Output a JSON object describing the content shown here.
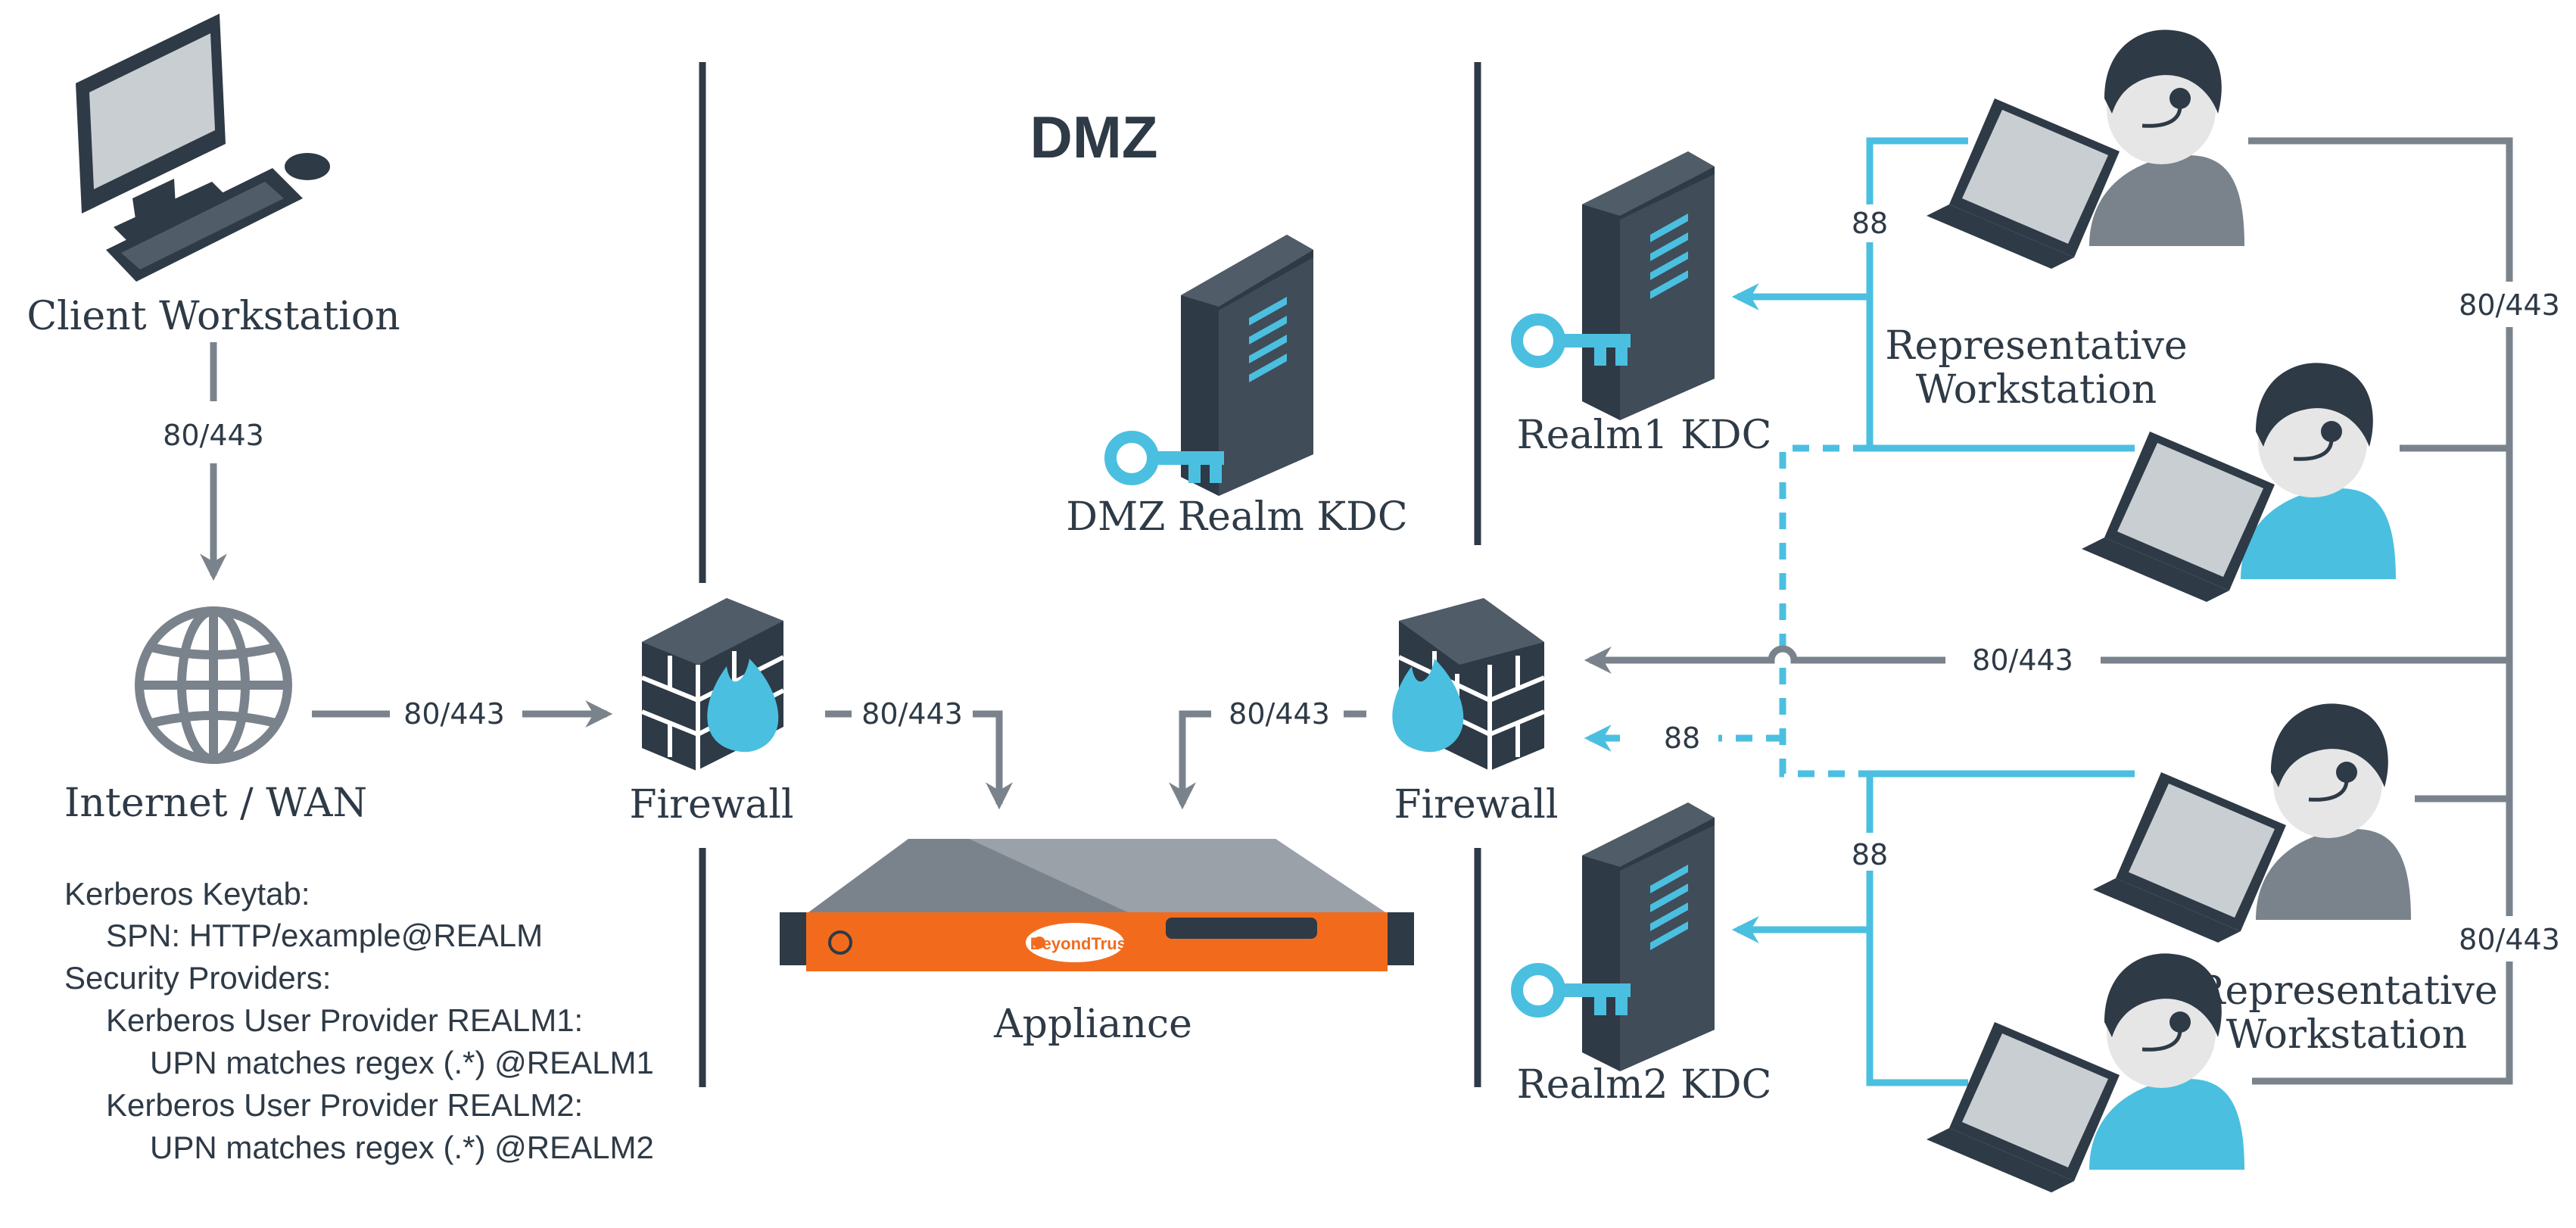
{
  "dmz_title": "DMZ",
  "nodes": {
    "client_workstation": "Client Workstation",
    "internet_wan": "Internet / WAN",
    "firewall_left": "Firewall",
    "firewall_right": "Firewall",
    "dmz_realm_kdc": "DMZ Realm KDC",
    "appliance": "Appliance",
    "appliance_brand": "BeyondTrust",
    "realm1_kdc": "Realm1 KDC",
    "realm2_kdc": "Realm2 KDC",
    "rep_workstation_top_line1": "Representative",
    "rep_workstation_top_line2": "Workstation",
    "rep_workstation_bottom_line1": "Representative",
    "rep_workstation_bottom_line2": "Workstation"
  },
  "ports": {
    "client_to_internet": "80/443",
    "internet_to_firewall": "80/443",
    "firewall_left_to_appliance": "80/443",
    "firewall_right_to_appliance": "80/443",
    "rep_to_firewall_right": "80/443",
    "kdc_to_firewall_right": "88",
    "realm1_kerberos": "88",
    "realm2_kerberos": "88",
    "rep_bus_top": "80/443",
    "rep_bus_bottom": "80/443"
  },
  "notes": [
    "Kerberos Keytab:",
    "SPN: HTTP/example@REALM",
    "Security Providers:",
    "Kerberos User Provider REALM1:",
    "UPN matches regex (.*) @REALM1",
    "Kerberos User Provider REALM2:",
    "UPN matches regex (.*) @REALM2"
  ],
  "colors": {
    "dark": "#2e3a46",
    "gray": "#7a838c",
    "cyan": "#4bbfe0",
    "orange": "#f26b1d"
  },
  "icons": [
    "desktop-computer-icon",
    "globe-icon",
    "firewall-icon",
    "server-icon",
    "key-icon",
    "appliance-icon",
    "representative-icon"
  ]
}
